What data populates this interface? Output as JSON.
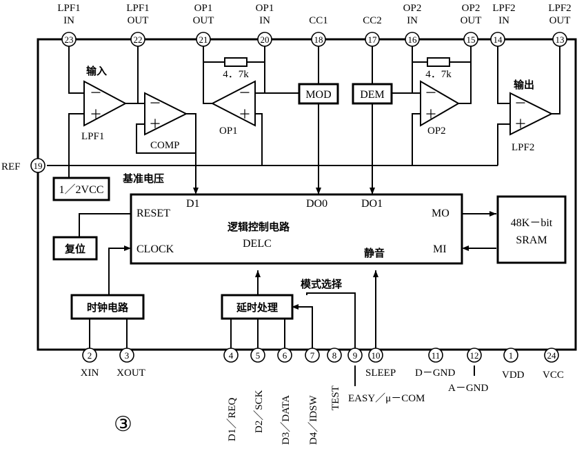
{
  "top_pins": [
    {
      "num": "23",
      "label1": "LPF1",
      "label2": "IN"
    },
    {
      "num": "22",
      "label1": "LPF1",
      "label2": "OUT"
    },
    {
      "num": "21",
      "label1": "OP1",
      "label2": "OUT"
    },
    {
      "num": "20",
      "label1": "OP1",
      "label2": "IN"
    },
    {
      "num": "18",
      "label1": "CC1",
      "label2": ""
    },
    {
      "num": "17",
      "label1": "CC2",
      "label2": ""
    },
    {
      "num": "16",
      "label1": "OP2",
      "label2": "IN"
    },
    {
      "num": "15",
      "label1": "OP2",
      "label2": "OUT"
    },
    {
      "num": "14",
      "label1": "LPF2",
      "label2": "IN"
    },
    {
      "num": "13",
      "label1": "LPF2",
      "label2": "OUT"
    }
  ],
  "left_pin": {
    "num": "19",
    "label": "REF"
  },
  "bottom_pins": [
    {
      "num": "2",
      "label": "XIN"
    },
    {
      "num": "3",
      "label": "XOUT"
    },
    {
      "num": "4",
      "label": "D1／REQ"
    },
    {
      "num": "5",
      "label": "D2／SCK"
    },
    {
      "num": "6",
      "label": "D3／DATA"
    },
    {
      "num": "7",
      "label": "D4／IDSW"
    },
    {
      "num": "8",
      "label": "TEST"
    },
    {
      "num": "9",
      "label": "EASY／μ－COM"
    },
    {
      "num": "10",
      "label": "SLEEP"
    },
    {
      "num": "11",
      "label": "D－GND"
    },
    {
      "num": "12",
      "label": "A－GND"
    },
    {
      "num": "1",
      "label": "VDD"
    },
    {
      "num": "24",
      "label": "VCC"
    }
  ],
  "blocks": {
    "mod": "MOD",
    "dem": "DEM",
    "ref_box": "1／2VCC",
    "reset_box": "复位",
    "clock_box": "时钟电路",
    "delay_box": "延时处理",
    "sram_line1": "48K－bit",
    "sram_line2": "SRAM",
    "logic_title": "逻辑控制电路",
    "logic_sub": "DELC",
    "logic_reset": "RESET",
    "logic_clock": "CLOCK",
    "logic_d1": "D1",
    "logic_do0": "DO0",
    "logic_do1": "DO1",
    "logic_mo": "MO",
    "logic_mi": "MI",
    "logic_mute": "静音"
  },
  "labels": {
    "input": "输入",
    "output": "输出",
    "lpf1": "LPF1",
    "lpf2": "LPF2",
    "comp": "COMP",
    "op1": "OP1",
    "op2": "OP2",
    "res1": "4．7k",
    "res2": "4．7k",
    "ref_voltage": "基准电压",
    "mode_select": "模式选择",
    "figure_num": "③"
  }
}
